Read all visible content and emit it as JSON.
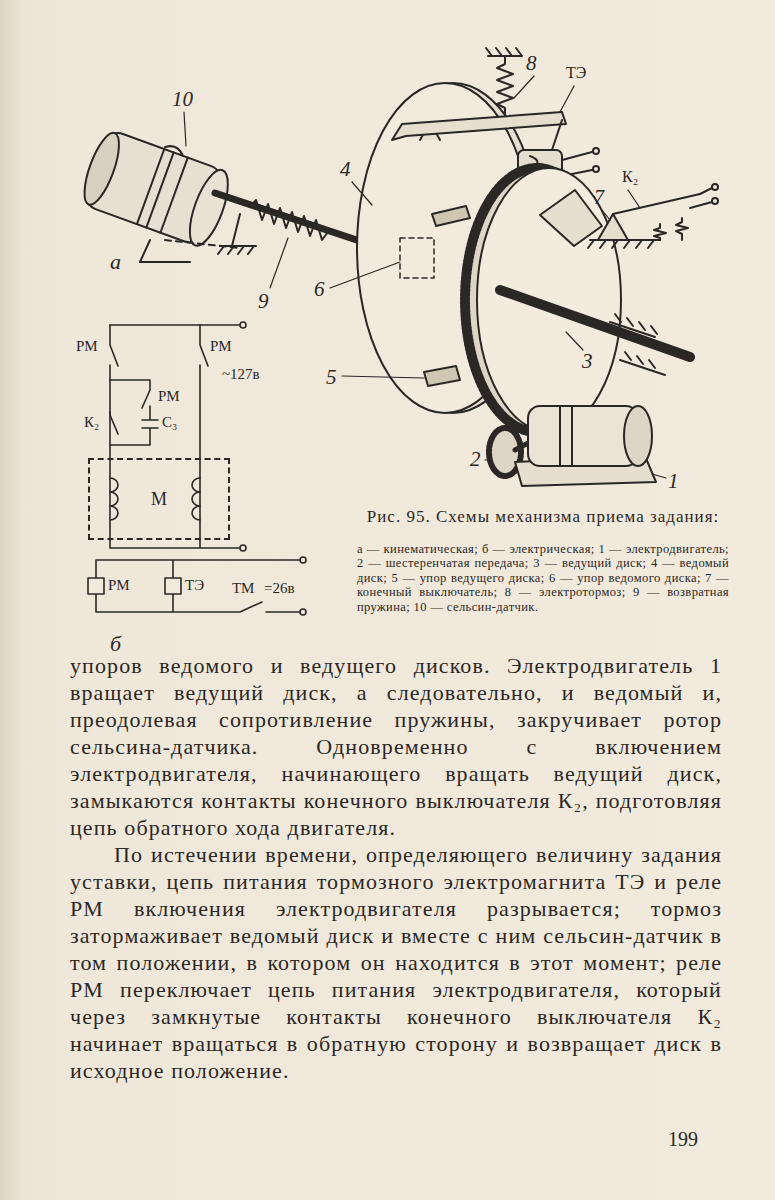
{
  "diagram": {
    "caption": "Рис. 95. Схемы механизма приема задания:",
    "nodes": [
      {
        "text": [
          "М"
        ]
      }
    ],
    "labels": [
      "10",
      "8",
      "ТЭ",
      "4",
      "7",
      "К₂",
      "а",
      "9",
      "6",
      "5",
      "3",
      "2",
      "1",
      "РМ",
      "РМ",
      "~127в",
      "РМ",
      "С₃",
      "К₂",
      "РМ",
      "ТЭ",
      "ТМ",
      "=26в",
      "б",
      "а — кинематическая; б — электрическая; 1 — электродвигатель; 2 — шестеренчатая передача; 3 — ведущий диск; 4 — ведомый диск; 5 — упор ведущего диска; 6 — упор ведомого диска; 7 — конечный выключатель; 8 — электротормоз; 9 — возвратная пружина; 10 — сельсин-датчик.",
      "упоров ведомого и ведущего дисков. Электродвигатель 1 вращает ведущий диск, а следовательно, и ведомый и, преодолевая сопротивление пружины, закручивает ротор сельсина-датчика. Одновременно с включением электродвигателя, начинающего вращать ведущий диск, замыкаются контакты конечного выключателя К₂, подготовляя цепь обратного хода двигателя.",
      "По истечении времени, определяющего величину задания уставки, цепь питания тормозного электромагнита ТЭ и реле РМ включения электродвигателя разрывается; тормоз затормаживает ведомый диск и вместе с ним сельсин-датчик в том положении, в котором он находится в этот момент; реле РМ переключает цепь питания электродвигателя, который через замкнутые контакты конечного выключателя К₂ начинает вращаться в обратную сторону и возвращает диск в исходное положение.",
      "199"
    ]
  }
}
